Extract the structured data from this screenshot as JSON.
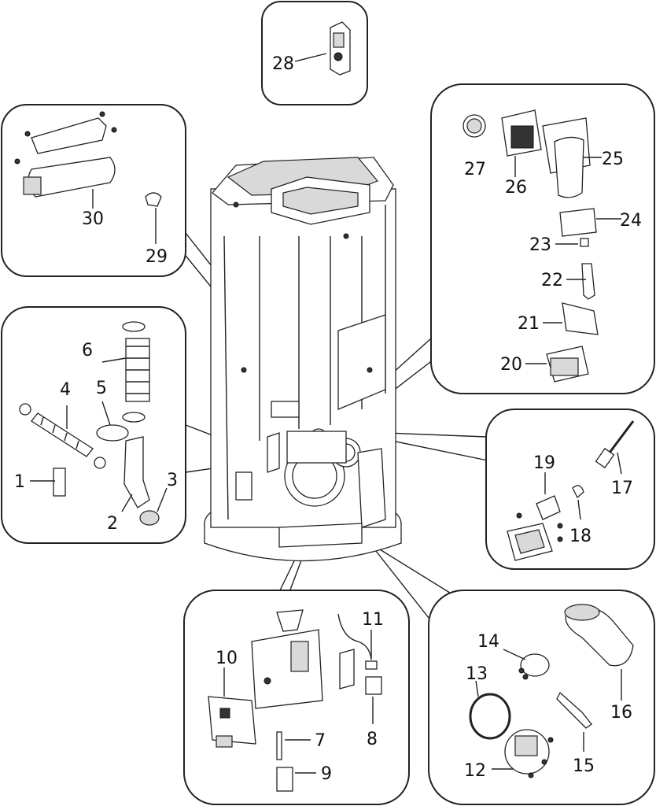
{
  "diagram": {
    "callouts": {
      "p1": "1",
      "p2": "2",
      "p3": "3",
      "p4": "4",
      "p5": "5",
      "p6": "6",
      "p7": "7",
      "p8": "8",
      "p9": "9",
      "p10": "10",
      "p11": "11",
      "p12": "12",
      "p13": "13",
      "p14": "14",
      "p15": "15",
      "p16": "16",
      "p17": "17",
      "p18": "18",
      "p19": "19",
      "p20": "20",
      "p21": "21",
      "p22": "22",
      "p23": "23",
      "p24": "24",
      "p25": "25",
      "p26": "26",
      "p27": "27",
      "p28": "28",
      "p29": "29",
      "p30": "30"
    }
  }
}
